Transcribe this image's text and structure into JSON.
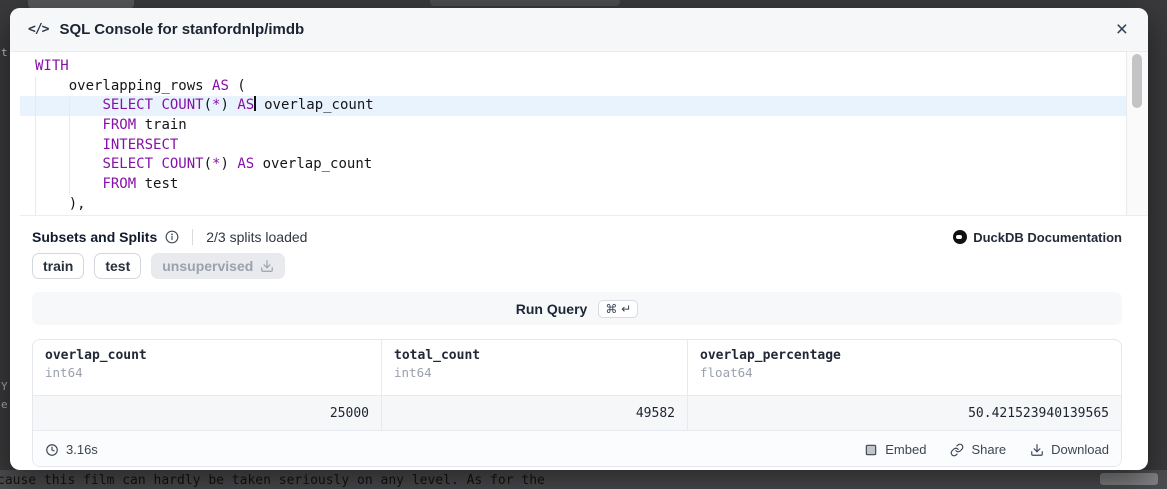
{
  "backdrop": {
    "bottom_text": "cause this film can hardly be taken seriously on any level. As for the",
    "edge_fragments": [
      "t",
      "Y",
      "e"
    ]
  },
  "modal": {
    "code_icon": "</>",
    "title": "SQL Console for stanfordnlp/imdb",
    "close_label": "×"
  },
  "editor": {
    "keyword_color": "#8710a8",
    "active_line_index": 2,
    "lines": [
      [
        {
          "t": "WITH",
          "kw": true
        }
      ],
      [
        {
          "t": "    overlapping_rows "
        },
        {
          "t": "AS",
          "kw": true
        },
        {
          "t": " ("
        }
      ],
      [
        {
          "t": "        "
        },
        {
          "t": "SELECT",
          "kw": true
        },
        {
          "t": " "
        },
        {
          "t": "COUNT",
          "kw": true
        },
        {
          "t": "("
        },
        {
          "t": "*",
          "kw": true
        },
        {
          "t": ") "
        },
        {
          "t": "AS",
          "kw": true
        },
        {
          "cursor": true
        },
        {
          "t": " overlap_count"
        }
      ],
      [
        {
          "t": "        "
        },
        {
          "t": "FROM",
          "kw": true
        },
        {
          "t": " train"
        }
      ],
      [
        {
          "t": "        "
        },
        {
          "t": "INTERSECT",
          "kw": true
        }
      ],
      [
        {
          "t": "        "
        },
        {
          "t": "SELECT",
          "kw": true
        },
        {
          "t": " "
        },
        {
          "t": "COUNT",
          "kw": true
        },
        {
          "t": "("
        },
        {
          "t": "*",
          "kw": true
        },
        {
          "t": ") "
        },
        {
          "t": "AS",
          "kw": true
        },
        {
          "t": " overlap_count"
        }
      ],
      [
        {
          "t": "        "
        },
        {
          "t": "FROM",
          "kw": true
        },
        {
          "t": " test"
        }
      ],
      [
        {
          "t": "    ),"
        }
      ]
    ]
  },
  "subsets": {
    "title": "Subsets and Splits",
    "status": "2/3 splits loaded",
    "doc_link": "DuckDB Documentation"
  },
  "splits": [
    {
      "label": "train",
      "loaded": true
    },
    {
      "label": "test",
      "loaded": true
    },
    {
      "label": "unsupervised",
      "loaded": false,
      "icon": "download"
    }
  ],
  "run": {
    "label": "Run Query",
    "shortcut": "⌘ ↵"
  },
  "results": {
    "columns": [
      {
        "name": "overlap_count",
        "type": "int64",
        "value": "25000"
      },
      {
        "name": "total_count",
        "type": "int64",
        "value": "49582"
      },
      {
        "name": "overlap_percentage",
        "type": "float64",
        "value": "50.421523940139565"
      }
    ],
    "duration": "3.16s",
    "actions": [
      {
        "label": "Embed",
        "icon": "embed"
      },
      {
        "label": "Share",
        "icon": "share"
      },
      {
        "label": "Download",
        "icon": "download"
      }
    ]
  }
}
